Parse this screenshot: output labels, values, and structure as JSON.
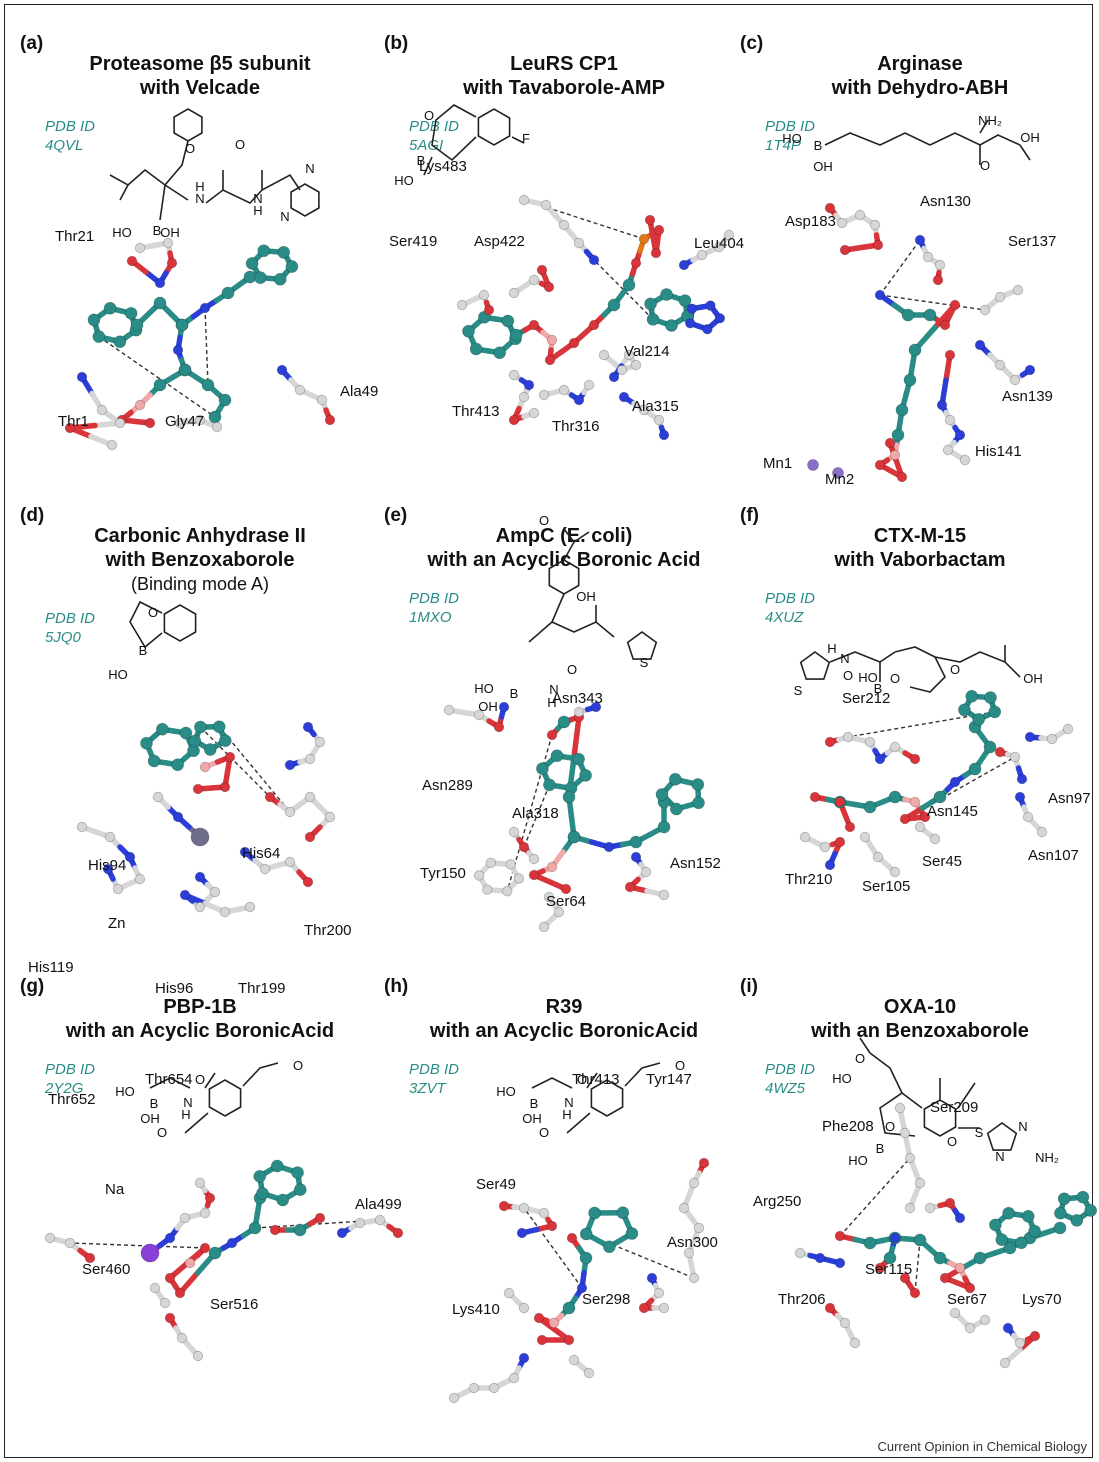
{
  "colors": {
    "carbon_teal": "#2a8c86",
    "carbon_grey": "#d6d6d6",
    "oxygen": "#d9343a",
    "nitrogen": "#2b3fd8",
    "boron": "#f0a8a8",
    "sulfur": "#d8c22a",
    "phosphorus": "#e07a18",
    "metal": "#8a6fc9",
    "zinc": "#6e6e8c",
    "sodium": "#8a3fd8",
    "text_accent": "#2a8c86"
  },
  "panels": [
    {
      "letter": "(a)",
      "title1": "Proteasome β5 subunit",
      "title2": "with Velcade",
      "subtitle": "",
      "pdb_label": "PDB ID",
      "pdb_id": "4QVL",
      "chem_text": [
        "H",
        "N",
        "N",
        "H",
        "B",
        "HO",
        "OH",
        "N",
        "N",
        "O",
        "O"
      ],
      "residues": [
        "Thr21",
        "Ala49",
        "Thr1",
        "Gly47"
      ]
    },
    {
      "letter": "(b)",
      "title1": "LeuRS CP1",
      "title2": "with Tavaborole-AMP",
      "subtitle": "",
      "pdb_label": "PDB ID",
      "pdb_id": "5AGI",
      "chem_text": [
        "O",
        "B",
        "HO",
        "F"
      ],
      "residues": [
        "Lys483",
        "Ser419",
        "Asp422",
        "Leu404",
        "Val214",
        "Thr413",
        "Thr316",
        "Ala315"
      ]
    },
    {
      "letter": "(c)",
      "title1": "Arginase",
      "title2": "with Dehydro-ABH",
      "subtitle": "",
      "pdb_label": "PDB ID",
      "pdb_id": "1T4P",
      "chem_text": [
        "HO",
        "B",
        "OH",
        "NH₂",
        "OH",
        "O"
      ],
      "residues": [
        "Asp183",
        "Asn130",
        "Ser137",
        "Asn139",
        "Mn1",
        "Mn2",
        "His141"
      ]
    },
    {
      "letter": "(d)",
      "title1": "Carbonic Anhydrase II",
      "title2": "with Benzoxaborole",
      "subtitle": "(Binding mode A)",
      "pdb_label": "PDB ID",
      "pdb_id": "5JQ0",
      "chem_text": [
        "O",
        "B",
        "HO"
      ],
      "residues": [
        "His64",
        "His94",
        "Zn",
        "Thr200",
        "His119",
        "His96",
        "Thr199"
      ]
    },
    {
      "letter": "(e)",
      "title1": "AmpC (E. coli)",
      "title2": "with an Acyclic Boronic Acid",
      "subtitle": "",
      "pdb_label": "PDB ID",
      "pdb_id": "1MXO",
      "chem_text": [
        "O",
        "OH",
        "HO",
        "B",
        "OH",
        "N",
        "H",
        "O",
        "S"
      ],
      "residues": [
        "Asn343",
        "Asn289",
        "Ala318",
        "Tyr150",
        "Asn152",
        "Ser64"
      ]
    },
    {
      "letter": "(f)",
      "title1": "CTX-M-15",
      "title2": "with Vaborbactam",
      "subtitle": "",
      "pdb_label": "PDB ID",
      "pdb_id": "4XUZ",
      "chem_text": [
        "H",
        "N",
        "S",
        "O",
        "HO",
        "B",
        "O",
        "O",
        "OH"
      ],
      "residues": [
        "Ser212",
        "Asn97",
        "Asn145",
        "Ser45",
        "Asn107",
        "Thr210",
        "Ser105"
      ]
    },
    {
      "letter": "(g)",
      "title1": "PBP-1B",
      "title2": "with an Acyclic BoronicAcid",
      "subtitle": "",
      "pdb_label": "PDB ID",
      "pdb_id": "2Y2G",
      "chem_text": [
        "HO",
        "B",
        "OH",
        "N",
        "H",
        "O",
        "O",
        "O"
      ],
      "residues": [
        "Thr654",
        "Thr652",
        "Na",
        "Ala499",
        "Ser460",
        "Ser516"
      ]
    },
    {
      "letter": "(h)",
      "title1": "R39",
      "title2": "with an Acyclic BoronicAcid",
      "subtitle": "",
      "pdb_label": "PDB ID",
      "pdb_id": "3ZVT",
      "chem_text": [
        "HO",
        "B",
        "OH",
        "N",
        "H",
        "O",
        "O",
        "O"
      ],
      "residues": [
        "Thr413",
        "Tyr147",
        "Ser49",
        "Asn300",
        "Lys410",
        "Ser298"
      ]
    },
    {
      "letter": "(i)",
      "title1": "OXA-10",
      "title2": "with an Benzoxaborole",
      "subtitle": "",
      "pdb_label": "PDB ID",
      "pdb_id": "4WZ5",
      "chem_text": [
        "O",
        "HO",
        "O",
        "B",
        "HO",
        "S",
        "N",
        "N",
        "NH₂",
        "O"
      ],
      "residues": [
        "Phe208",
        "Ser209",
        "Arg250",
        "Thr206",
        "Ser115",
        "Ser67",
        "Lys70"
      ]
    }
  ],
  "credit": "Current Opinion in Chemical Biology"
}
